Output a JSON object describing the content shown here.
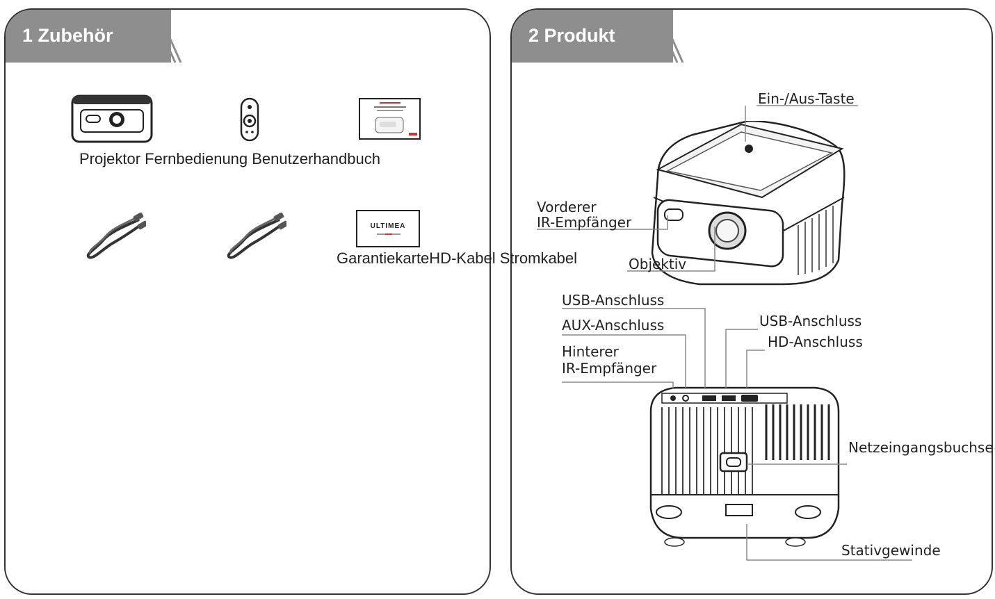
{
  "panel1": {
    "title": "1 Zubehör",
    "row1_label": "Projektor Fernbedienung Benutzerhandbuch",
    "row2_label": "GarantiekarteHD-Kabel Stromkabel",
    "warranty_card_logo": "ULTIMEA"
  },
  "panel2": {
    "title": "2 Produkt",
    "callouts": {
      "power_button": "Ein-/Aus-Taste",
      "front_ir_line1": "Vorderer",
      "front_ir_line2": "IR-Empfänger",
      "lens": "Objektiv",
      "usb_left": "USB-Anschluss",
      "aux": "AUX-Anschluss",
      "rear_ir_line1": "Hinterer",
      "rear_ir_line2": "IR-Empfänger",
      "usb_right": "USB-Anschluss",
      "hd_port": "HD-Anschluss",
      "power_socket": "Netzeingangsbuchse",
      "tripod_thread": "Stativgewinde"
    }
  },
  "colors": {
    "banner": "#8e8e8e",
    "border": "#333333",
    "text": "#222222"
  }
}
